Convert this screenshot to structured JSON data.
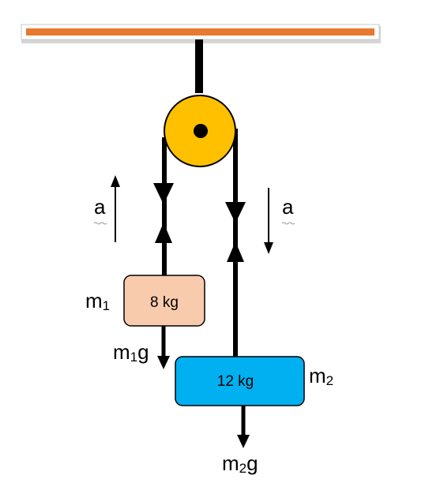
{
  "colors": {
    "ceiling_bar": "#e8792f",
    "ceiling_shadow": "#d6d6d6",
    "pulley": "#ffc000",
    "block_m1": "#f8cbad",
    "block_m2": "#00b0f0",
    "line": "#000000"
  },
  "labels": {
    "accel_left": "a",
    "accel_right": "a",
    "m1_base": "m",
    "m1_sub": "1",
    "m2_base": "m",
    "m2_sub": "2",
    "m1g_base": "m",
    "m1g_sub": "1",
    "m1g_tail": "g",
    "m2g_base": "m",
    "m2g_sub": "2",
    "m2g_tail": "g"
  },
  "blocks": {
    "m1_mass": "8 kg",
    "m2_mass": "12 kg"
  }
}
